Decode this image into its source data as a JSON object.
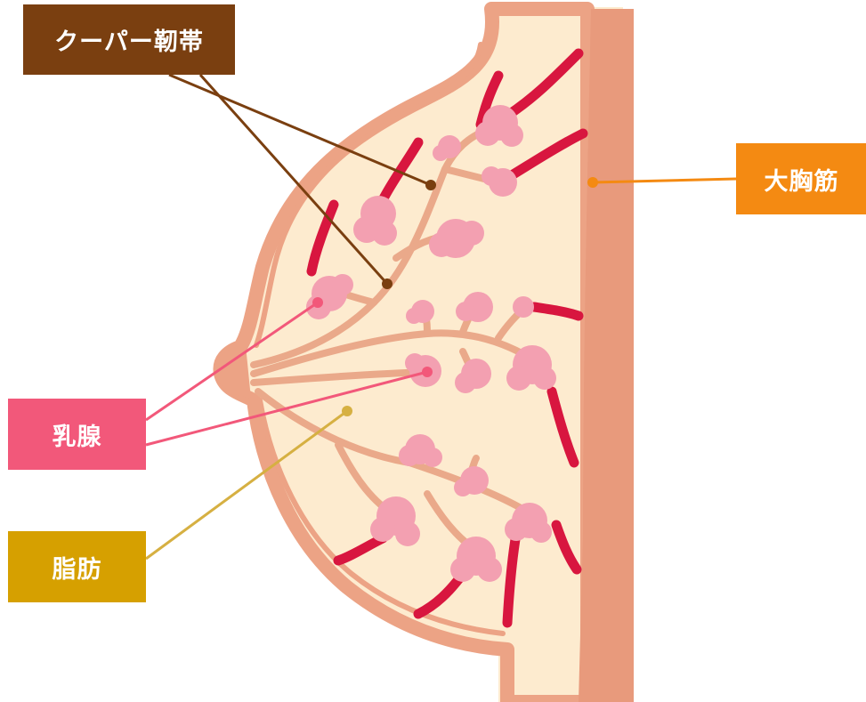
{
  "labels": {
    "cooper": {
      "text": "クーパー靭帯",
      "color": "#7a3f10"
    },
    "pectoral": {
      "text": "大胸筋",
      "color": "#f48a12"
    },
    "gland": {
      "text": "乳腺",
      "color": "#f2587a"
    },
    "fat": {
      "text": "脂肪",
      "color": "#d6a000"
    }
  },
  "colors": {
    "skin": "#eca385",
    "fat_fill": "#fdebcf",
    "muscle": "#e89a7c",
    "vessel": "#d8163f",
    "lobule": "#f3a0b1",
    "duct": "#eaa98a",
    "cooper_line": "#7a3f10",
    "pectoral_line": "#f48a12",
    "gland_line": "#f2587a",
    "fat_line": "#d6b042"
  }
}
